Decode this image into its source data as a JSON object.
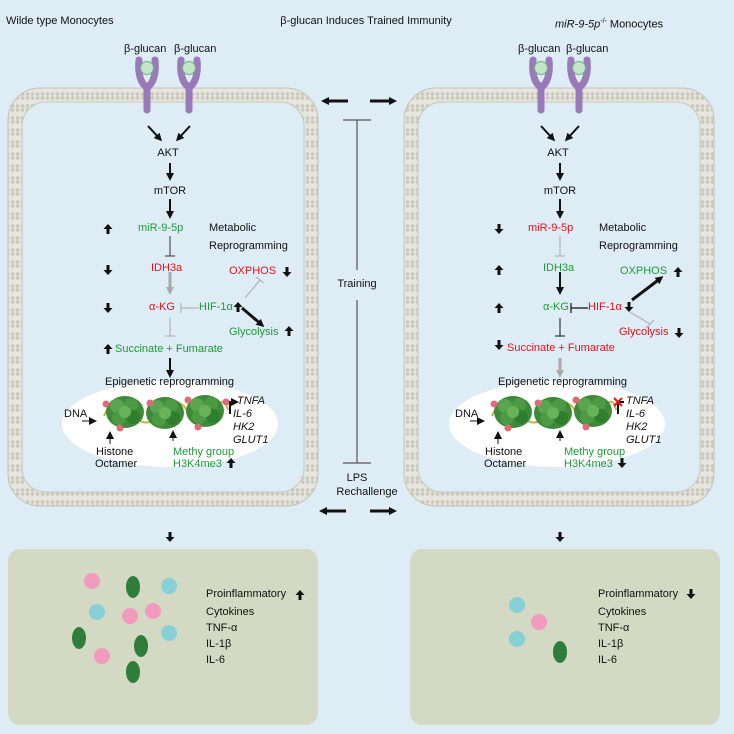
{
  "title": "β-glucan Induces Trained Immunity",
  "training_label": "Training",
  "lps_label_1": "LPS",
  "lps_label_2": "Rechallenge",
  "colors": {
    "red": "#e0141b",
    "green": "#1e9a38",
    "receptor": "#9a79b8",
    "ligand": "#bfe6c8",
    "nucleosome": "#3f8a3a",
    "dna": "#c9b04a",
    "bottom_panel": "#d3d9c3",
    "pink_cell": "#f39bbe",
    "cyan_cell": "#86d0d6",
    "green_cell": "#2f7d3a"
  },
  "left": {
    "panel_title": "Wilde type Monocytes",
    "ligand_1": "β-glucan",
    "ligand_2": "β-glucan",
    "akt": "AKT",
    "mtor": "mTOR",
    "mir": "miR-9-5p",
    "metabolic": "Metabolic",
    "reprogramming": "Reprogramming",
    "idh": "IDH3a",
    "oxphos": "OXPHOS",
    "akg": "α-KG",
    "hif": "HIF-1α",
    "glycolysis": "Glycolysis",
    "succinate": "Succinate + Fumarate",
    "epigenetic": "Epigenetic reprogramming",
    "dna": "DNA",
    "histone": "Histone",
    "octamer": "Octamer",
    "methy": "Methy group",
    "h3k4": "H3K4me3",
    "genes": [
      "TNFA",
      "IL-6",
      "HK2",
      "GLUT1"
    ],
    "result_title": "Proinflammatory",
    "cytokines": [
      "Cytokines",
      "TNF-α",
      "IL-1β",
      "IL-6"
    ]
  },
  "right": {
    "panel_title_gene": "miR-9-5p",
    "panel_title_sup": "-/-",
    "panel_title_rest": "Monocytes",
    "ligand_1": "β-glucan",
    "ligand_2": "β-glucan",
    "akt": "AKT",
    "mtor": "mTOR",
    "mir": "miR-9-5p",
    "metabolic": "Metabolic",
    "reprogramming": "Reprogramming",
    "idh": "IDH3a",
    "oxphos": "OXPHOS",
    "akg": "α-KG",
    "hif": "HIF-1α",
    "glycolysis": "Glycolysis",
    "succinate": "Succinate + Fumarate",
    "epigenetic": "Epigenetic reprogramming",
    "dna": "DNA",
    "histone": "Histone",
    "octamer": "Octamer",
    "methy": "Methy group",
    "h3k4": "H3K4me3",
    "genes": [
      "TNFA",
      "IL-6",
      "HK2",
      "GLUT1"
    ],
    "result_title": "Proinflammatory",
    "cytokines": [
      "Cytokines",
      "TNF-α",
      "IL-1β",
      "IL-6"
    ]
  }
}
